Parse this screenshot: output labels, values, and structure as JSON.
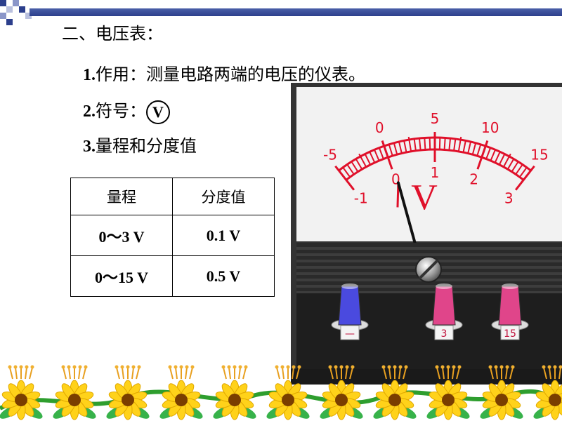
{
  "heading": "二、电压表：",
  "item1": {
    "num": "1.",
    "text": "作用：测量电路两端的电压的仪表。"
  },
  "item2": {
    "num": "2.",
    "text": "符号：",
    "symbol": "V"
  },
  "item3": {
    "num": "3.",
    "text": "量程和分度值"
  },
  "table": {
    "headers": [
      "量程",
      "分度值"
    ],
    "rows": [
      [
        "0～3 V",
        "0.1 V"
      ],
      [
        "0～15 V",
        "0.5 V"
      ]
    ]
  },
  "meter": {
    "upper_scale_labels": [
      "-5",
      "0",
      "5",
      "10",
      "15"
    ],
    "lower_scale_labels": [
      "-1",
      "0",
      "1",
      "2",
      "3"
    ],
    "unit_symbol": "V",
    "terminal_labels": [
      "—",
      "3",
      "15"
    ],
    "needle_reading_upper_scale": 0.7
  },
  "colors": {
    "scale": "#e0102a",
    "header_bar": "#2c3f8c",
    "terminal_neg": "#4a4adf",
    "terminal_pos": "#e0458a"
  }
}
